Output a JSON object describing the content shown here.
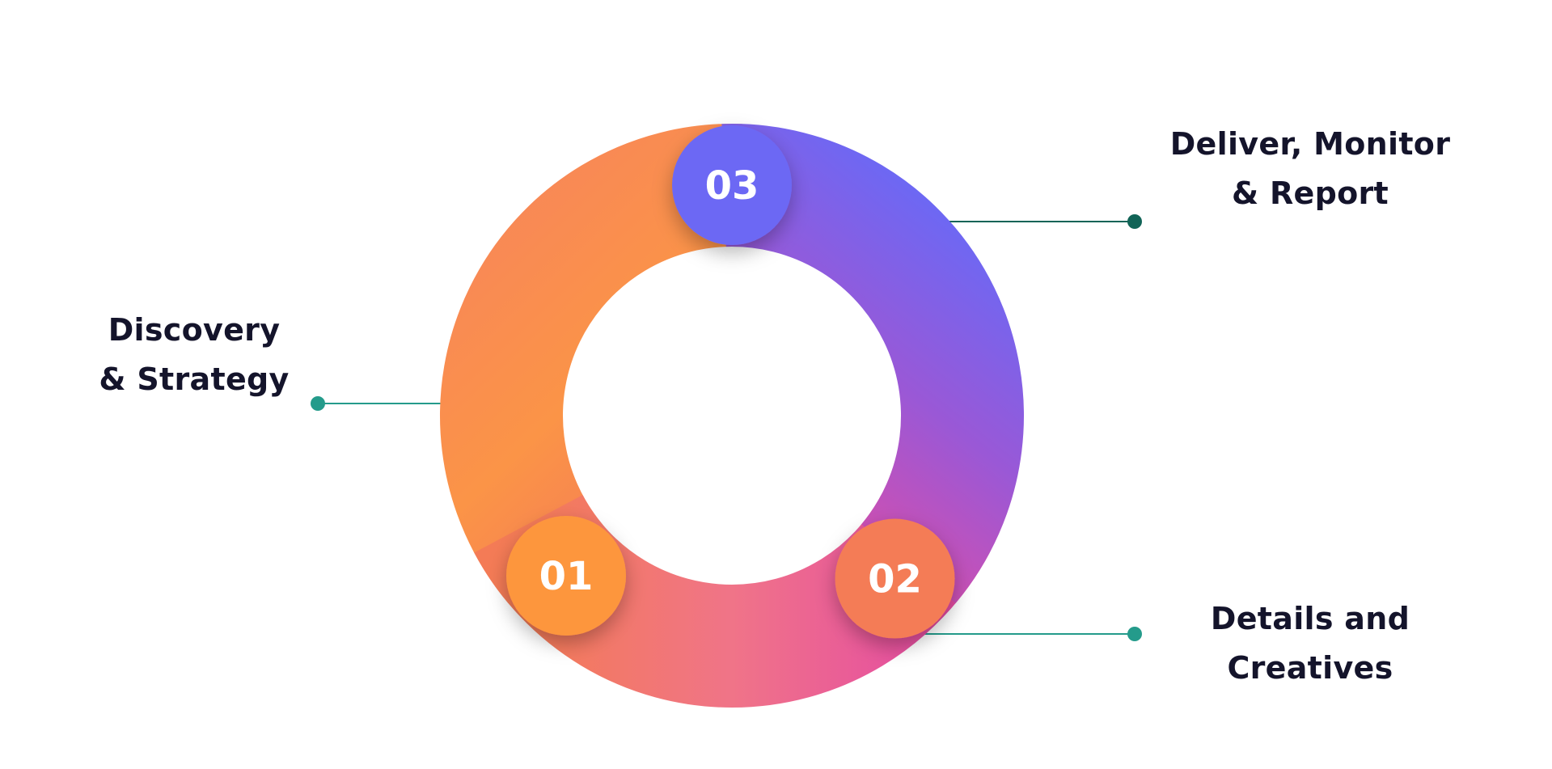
{
  "steps": [
    {
      "number": "01",
      "label_lines": [
        "Discovery",
        "& Strategy"
      ],
      "badge_color": "#fd963e"
    },
    {
      "number": "02",
      "label_lines": [
        "Details and",
        "Creatives"
      ],
      "badge_color": "#f47b56"
    },
    {
      "number": "03",
      "label_lines": [
        "Deliver, Monitor",
        "& Report"
      ],
      "badge_color": "#6c68f4"
    }
  ],
  "colors": {
    "ring_orange": "#fd963e",
    "ring_coral": "#f47b56",
    "ring_pink": "#e9509c",
    "ring_magenta": "#e54ca2",
    "ring_violet": "#6c68f4",
    "connector_teal": "#249b8b",
    "connector_dark_teal": "#116457",
    "label_text": "#14142b"
  }
}
